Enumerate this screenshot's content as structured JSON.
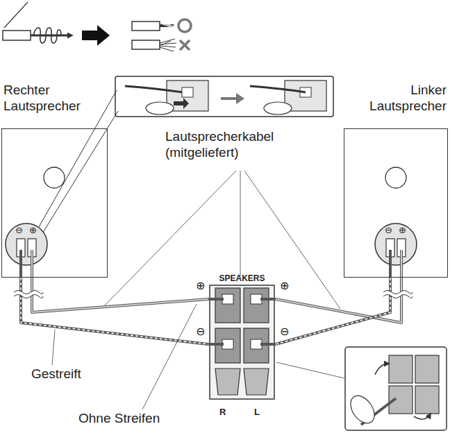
{
  "diagram": {
    "nodes": [
      {
        "text": [
          "Rechter Lautsprecher"
        ]
      },
      {
        "text": [
          "Linker Lautsprecher"
        ]
      },
      {
        "text": [
          "SPEAKERS"
        ]
      }
    ],
    "edges": [
      {
        "from": 0,
        "to": 2,
        "arrow": "none"
      },
      {
        "from": 0,
        "to": 2,
        "arrow": "none"
      },
      {
        "from": 1,
        "to": 2,
        "arrow": "none"
      },
      {
        "from": 1,
        "to": 2,
        "arrow": "none"
      }
    ],
    "labels": [
      "⊖",
      "⊕",
      "⊖",
      "⊕",
      "Lautsprecherkabel (mitgeliefert)",
      "⊕",
      "⊕",
      "⊖",
      "⊖",
      "R",
      "L",
      "Gestreift",
      "Ohne Streifen"
    ]
  }
}
